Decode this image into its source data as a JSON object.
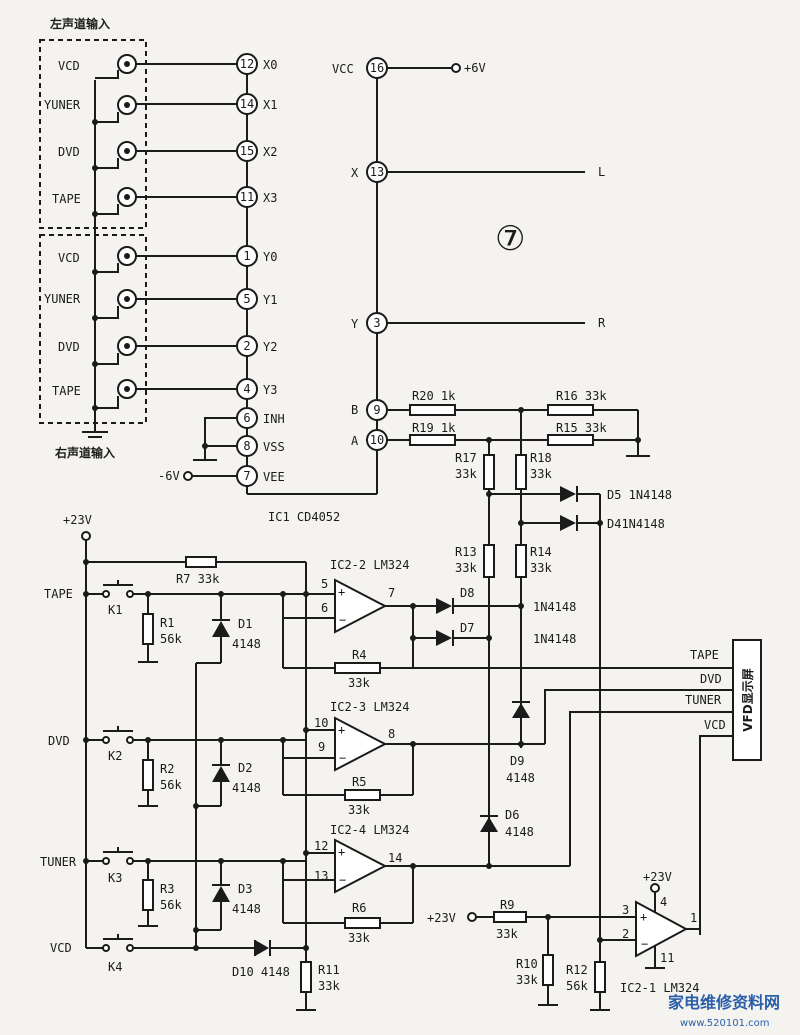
{
  "input_box": {
    "left_title": "左声道输入",
    "right_title": "右声道输入",
    "left_sources": [
      "VCD",
      "YUNER",
      "DVD",
      "TAPE"
    ],
    "right_sources": [
      "VCD",
      "YUNER",
      "DVD",
      "TAPE"
    ]
  },
  "ic1": {
    "name": "IC1 CD4052",
    "left_pins": [
      {
        "num": "12",
        "label": "X0"
      },
      {
        "num": "14",
        "label": "X1"
      },
      {
        "num": "15",
        "label": "X2"
      },
      {
        "num": "11",
        "label": "X3"
      },
      {
        "num": "1",
        "label": "Y0"
      },
      {
        "num": "5",
        "label": "Y1"
      },
      {
        "num": "2",
        "label": "Y2"
      },
      {
        "num": "4",
        "label": "Y3"
      },
      {
        "num": "6",
        "label": "INH"
      },
      {
        "num": "8",
        "label": "VSS"
      },
      {
        "num": "7",
        "label": "VEE"
      }
    ],
    "right_pins": [
      {
        "num": "16",
        "label": "VCC"
      },
      {
        "num": "13",
        "label": "X"
      },
      {
        "num": "3",
        "label": "Y"
      },
      {
        "num": "9",
        "label": "B"
      },
      {
        "num": "10",
        "label": "A"
      }
    ],
    "vcc_supply": "+6V",
    "vee_supply": "-6V",
    "out_left": "L",
    "out_right": "R",
    "figure_number": "⑦"
  },
  "resistors": {
    "r20": "R20 1k",
    "r16": "R16 33k",
    "r19": "R19 1k",
    "r15": "R15 33k",
    "r17a": "R17",
    "r17b": "33k",
    "r18a": "R18",
    "r18b": "33k",
    "r13a": "R13",
    "r13b": "33k",
    "r14a": "R14",
    "r14b": "33k",
    "r7": "R7 33k",
    "r1a": "R1",
    "r1b": "56k",
    "r4a": "R4",
    "r4b": "33k",
    "r2a": "R2",
    "r2b": "56k",
    "r5a": "R5",
    "r5b": "33k",
    "r3a": "R3",
    "r3b": "56k",
    "r6a": "R6",
    "r6b": "33k",
    "r9a": "R9",
    "r9b": "33k",
    "r10a": "R10",
    "r10b": "33k",
    "r12a": "R12",
    "r12b": "56k",
    "r11a": "R11",
    "r11b": "33k"
  },
  "diodes": {
    "d5": "D5 1N4148",
    "d4": "D41N4148",
    "d8": "D8",
    "d8p": "1N4148",
    "d7": "D7",
    "d7p": "1N4148",
    "d1a": "D1",
    "d1b": "4148",
    "d2a": "D2",
    "d2b": "4148",
    "d3a": "D3",
    "d3b": "4148",
    "d9a": "D9",
    "d9b": "4148",
    "d6a": "D6",
    "d6b": "4148",
    "d10": "D10 4148"
  },
  "opamps": {
    "ic22": "IC2-2 LM324",
    "ic23": "IC2-3 LM324",
    "ic24": "IC2-4 LM324",
    "ic21": "IC2-1 LM324",
    "ic22_pins": [
      "5",
      "6",
      "7"
    ],
    "ic23_pins": [
      "10",
      "9",
      "8"
    ],
    "ic24_pins": [
      "12",
      "13",
      "14"
    ],
    "ic21_pins": [
      "3",
      "2",
      "1",
      "4",
      "11"
    ]
  },
  "supplies": {
    "v23a": "+23V",
    "v23b": "+23V",
    "v23c": "+23V"
  },
  "keys": [
    {
      "source": "TAPE",
      "key": "K1"
    },
    {
      "source": "DVD",
      "key": "K2"
    },
    {
      "source": "TUNER",
      "key": "K3"
    },
    {
      "source": "VCD",
      "key": "K4"
    }
  ],
  "vfd": {
    "label": "VFD显示屏",
    "lines": [
      "TAPE",
      "DVD",
      "TUNER",
      "VCD"
    ]
  },
  "watermark": {
    "brand": "家电维修资料网",
    "url": "www.520101.com"
  }
}
